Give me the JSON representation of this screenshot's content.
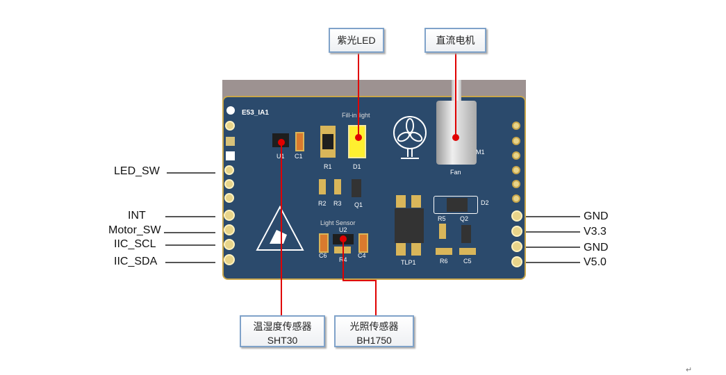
{
  "board": {
    "name": "E53_IA1",
    "silk": {
      "fill_light": "Fill-in light",
      "fan": "Fan",
      "light_sensor": "Light Sensor",
      "u1": "U1",
      "c1": "C1",
      "r1": "R1",
      "d1": "D1",
      "m1": "M1",
      "r2": "R2",
      "r3": "R3",
      "q1": "Q1",
      "d2": "D2",
      "r5": "R5",
      "q2": "Q2",
      "u2": "U2",
      "c6": "C6",
      "r4": "R4",
      "c4": "C4",
      "tlp1": "TLP1",
      "r6": "R6",
      "c5": "C5"
    }
  },
  "callouts": {
    "uv_led": "紫光LED",
    "dc_motor": "直流电机",
    "temp_humidity": {
      "title": "温湿度传感器",
      "model": "SHT30"
    },
    "light": {
      "title": "光照传感器",
      "model": "BH1750"
    }
  },
  "left_pins": [
    "LED_SW",
    "INT",
    "Motor_SW",
    "IIC_SCL",
    "IIC_SDA"
  ],
  "right_pins": [
    "GND",
    "V3.3",
    "GND",
    "V5.0"
  ],
  "corner_mark": "↵"
}
